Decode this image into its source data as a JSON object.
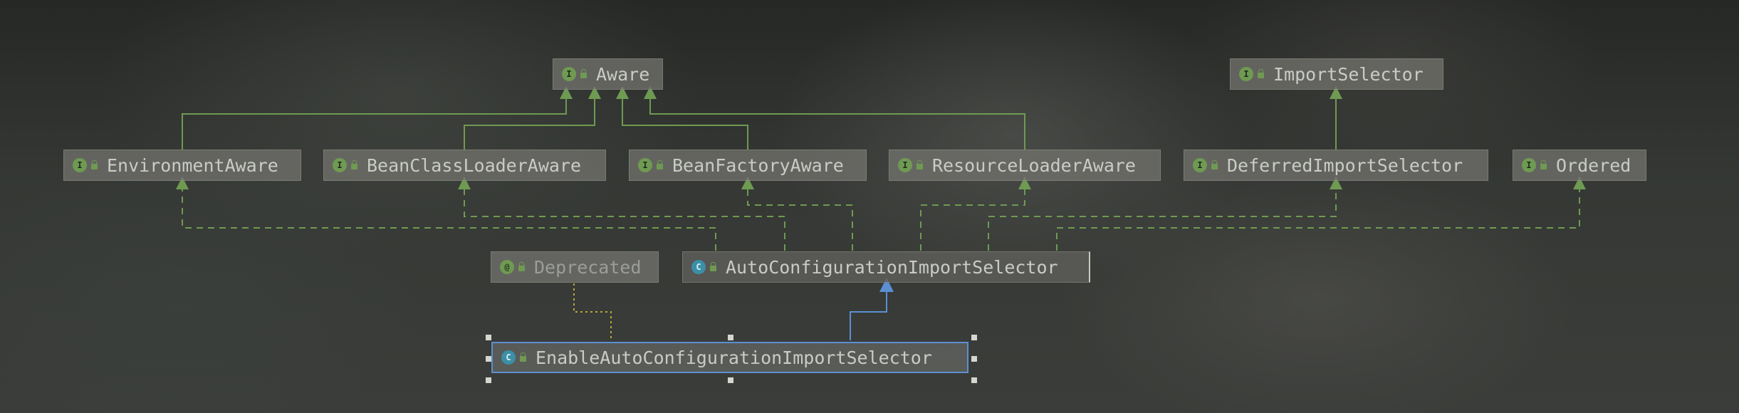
{
  "nodes": {
    "aware": {
      "label": "Aware",
      "kind": "interface"
    },
    "import_selector": {
      "label": "ImportSelector",
      "kind": "interface"
    },
    "environment_aware": {
      "label": "EnvironmentAware",
      "kind": "interface"
    },
    "bean_class_loader_aware": {
      "label": "BeanClassLoaderAware",
      "kind": "interface"
    },
    "bean_factory_aware": {
      "label": "BeanFactoryAware",
      "kind": "interface"
    },
    "resource_loader_aware": {
      "label": "ResourceLoaderAware",
      "kind": "interface"
    },
    "deferred_import_selector": {
      "label": "DeferredImportSelector",
      "kind": "interface"
    },
    "ordered": {
      "label": "Ordered",
      "kind": "interface"
    },
    "deprecated": {
      "label": "Deprecated",
      "kind": "annotation"
    },
    "auto_configuration_import_selector": {
      "label": "AutoConfigurationImportSelector",
      "kind": "class"
    },
    "enable_auto_configuration_import_selector": {
      "label": "EnableAutoConfigurationImportSelector",
      "kind": "class"
    }
  },
  "badges": {
    "interface": "I",
    "class": "C",
    "annotation": "@"
  },
  "edges": [
    {
      "from": "EnvironmentAware",
      "to": "Aware",
      "type": "extends"
    },
    {
      "from": "BeanClassLoaderAware",
      "to": "Aware",
      "type": "extends"
    },
    {
      "from": "BeanFactoryAware",
      "to": "Aware",
      "type": "extends"
    },
    {
      "from": "ResourceLoaderAware",
      "to": "Aware",
      "type": "extends"
    },
    {
      "from": "DeferredImportSelector",
      "to": "ImportSelector",
      "type": "extends"
    },
    {
      "from": "AutoConfigurationImportSelector",
      "to": "EnvironmentAware",
      "type": "implements"
    },
    {
      "from": "AutoConfigurationImportSelector",
      "to": "BeanClassLoaderAware",
      "type": "implements"
    },
    {
      "from": "AutoConfigurationImportSelector",
      "to": "BeanFactoryAware",
      "type": "implements"
    },
    {
      "from": "AutoConfigurationImportSelector",
      "to": "ResourceLoaderAware",
      "type": "implements"
    },
    {
      "from": "AutoConfigurationImportSelector",
      "to": "DeferredImportSelector",
      "type": "implements"
    },
    {
      "from": "AutoConfigurationImportSelector",
      "to": "Ordered",
      "type": "implements"
    },
    {
      "from": "EnableAutoConfigurationImportSelector",
      "to": "AutoConfigurationImportSelector",
      "type": "extends-class"
    },
    {
      "from": "EnableAutoConfigurationImportSelector",
      "to": "Deprecated",
      "type": "annotated"
    }
  ],
  "colors": {
    "interface_edge": "#6f9a52",
    "class_edge": "#5b8fd3",
    "annotation_edge": "#b8a83a",
    "selection": "#5b8fd3"
  },
  "icons": {
    "interface": "interface-icon",
    "class": "class-icon",
    "annotation": "annotation-icon",
    "access": "lock-icon"
  }
}
